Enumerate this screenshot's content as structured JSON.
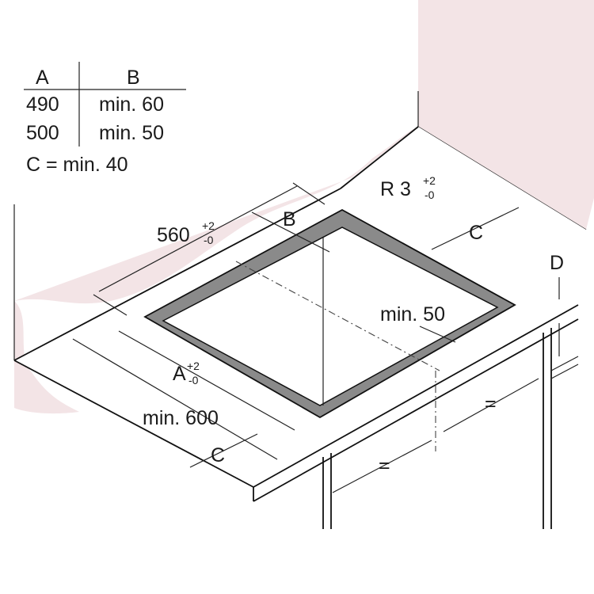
{
  "table": {
    "header_a": "A",
    "header_b": "B",
    "rows": [
      {
        "a": "490",
        "b": "min. 60"
      },
      {
        "a": "500",
        "b": "min. 50"
      }
    ],
    "footer": "C = min. 40"
  },
  "dimensions": {
    "radius_label": "R 3",
    "radius_sup_plus": "+2",
    "radius_sup_minus": "-0",
    "width_label": "560",
    "width_sup_plus": "+2",
    "width_sup_minus": "-0",
    "b_label": "B",
    "c_top_label": "C",
    "depth_label": "A",
    "depth_sup_plus": "+2",
    "depth_sup_minus": "-0",
    "min50_label": "min. 50",
    "min600_label": "min. 600",
    "c_bottom_label": "C",
    "d_label": "D",
    "eq_upper_label": "=",
    "eq_lower_label": "="
  },
  "colors": {
    "wall_tint": "#f3e4e6",
    "cutout_rim": "#8a8a8a",
    "line": "#1a1a1a"
  }
}
